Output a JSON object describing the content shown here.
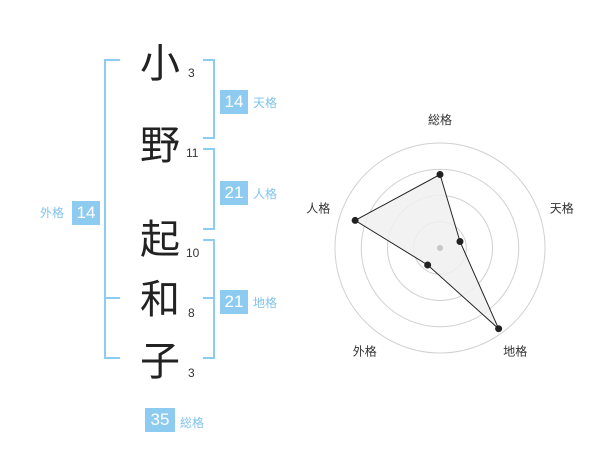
{
  "name": {
    "characters": [
      {
        "char": "小",
        "strokes": "3"
      },
      {
        "char": "野",
        "strokes": "11"
      },
      {
        "char": "起",
        "strokes": "10"
      },
      {
        "char": "和",
        "strokes": "8"
      },
      {
        "char": "子",
        "strokes": "3"
      }
    ]
  },
  "fortunes": {
    "tenkaku": {
      "value": "14",
      "label": "天格"
    },
    "jinkaku": {
      "value": "21",
      "label": "人格"
    },
    "chikaku": {
      "value": "21",
      "label": "地格"
    },
    "gaikaku": {
      "value": "14",
      "label": "外格"
    },
    "soukaku": {
      "value": "35",
      "label": "総格"
    }
  },
  "colors": {
    "accent": "#8ecbf0",
    "accent_text": "#7fc3ec",
    "grid": "#d0d0d0",
    "polygon_fill": "#f0f0f0",
    "polygon_stroke": "#222222"
  },
  "chart_data": {
    "type": "radar",
    "axes": [
      "総格",
      "天格",
      "地格",
      "外格",
      "人格"
    ],
    "values": [
      0.7,
      0.2,
      0.95,
      0.2,
      0.85
    ],
    "rings": 4,
    "range": [
      0,
      1
    ]
  }
}
